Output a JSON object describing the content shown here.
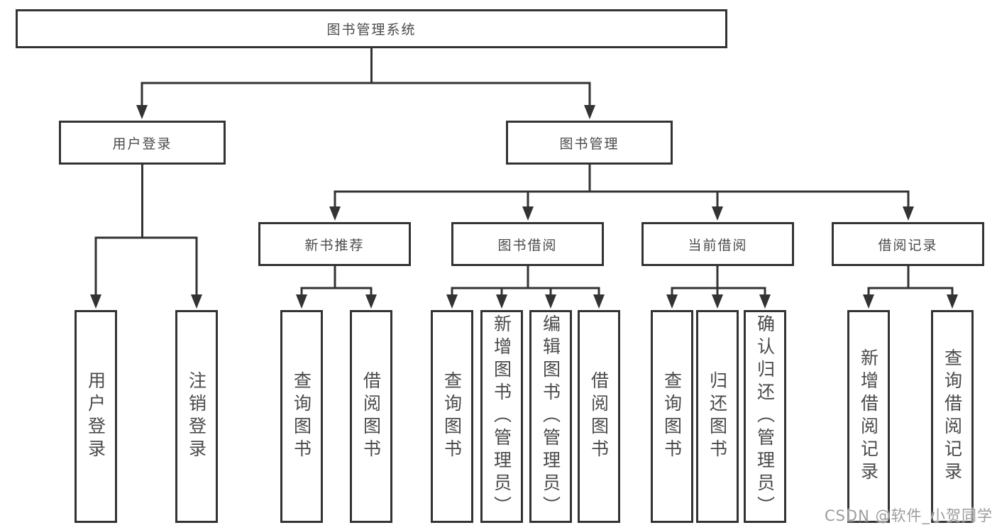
{
  "tree": {
    "label": "图书管理系统",
    "children": [
      {
        "label": "用户登录",
        "children": [
          {
            "label": "用户登录"
          },
          {
            "label": "注销登录"
          }
        ]
      },
      {
        "label": "图书管理",
        "children": [
          {
            "label": "新书推荐",
            "children": [
              {
                "label": "查询图书"
              },
              {
                "label": "借阅图书"
              }
            ]
          },
          {
            "label": "图书借阅",
            "children": [
              {
                "label": "查询图书"
              },
              {
                "label": "新增图书（管理员）"
              },
              {
                "label": "编辑图书（管理员）"
              },
              {
                "label": "借阅图书"
              }
            ]
          },
          {
            "label": "当前借阅",
            "children": [
              {
                "label": "查询图书"
              },
              {
                "label": "归还图书"
              },
              {
                "label": "确认归还（管理员）"
              }
            ]
          },
          {
            "label": "借阅记录",
            "children": [
              {
                "label": "新增借阅记录"
              },
              {
                "label": "查询借阅记录"
              }
            ]
          }
        ]
      }
    ]
  },
  "watermark": {
    "text": "CSDN @软件_小贺同学"
  },
  "colors": {
    "line": "#333333",
    "text": "#4a4a4a",
    "boxbg": "#ffffff",
    "wm": "#9c9c9c"
  }
}
